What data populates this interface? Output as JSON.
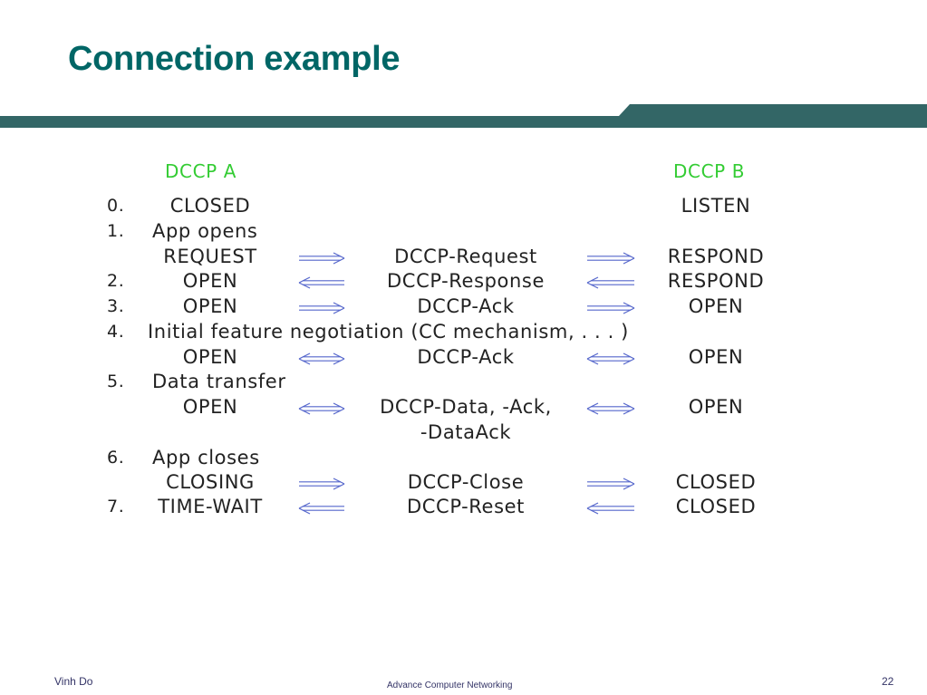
{
  "title": "Connection example",
  "headers": {
    "a": "DCCP A",
    "b": "DCCP B"
  },
  "rows": [
    {
      "num": "0.",
      "a": "CLOSED",
      "msg": "",
      "b": "LISTEN",
      "arrow": "none"
    },
    {
      "num": "1.",
      "a": "App opens",
      "msg": "",
      "b": "",
      "arrow": "none"
    },
    {
      "num": "",
      "a": "REQUEST",
      "msg": "DCCP-Request",
      "b": "RESPOND",
      "arrow": "right"
    },
    {
      "num": "2.",
      "a": "OPEN",
      "msg": "DCCP-Response",
      "b": "RESPOND",
      "arrow": "left"
    },
    {
      "num": "3.",
      "a": "OPEN",
      "msg": "DCCP-Ack",
      "b": "OPEN",
      "arrow": "right"
    },
    {
      "num": "4.",
      "a": "Initial feature negotiation (CC mechanism, . . . )",
      "msg": "",
      "b": "",
      "arrow": "none"
    },
    {
      "num": "",
      "a": "OPEN",
      "msg": "DCCP-Ack",
      "b": "OPEN",
      "arrow": "both"
    },
    {
      "num": "5.",
      "a": "Data transfer",
      "msg": "",
      "b": "",
      "arrow": "none"
    },
    {
      "num": "",
      "a": "OPEN",
      "msg": "DCCP-Data, -Ack,",
      "b": "OPEN",
      "arrow": "both"
    },
    {
      "num": "",
      "a": "",
      "msg": "-DataAck",
      "b": "",
      "arrow": "none"
    },
    {
      "num": "6.",
      "a": "App closes",
      "msg": "",
      "b": "",
      "arrow": "none"
    },
    {
      "num": "",
      "a": "CLOSING",
      "msg": "DCCP-Close",
      "b": "CLOSED",
      "arrow": "right"
    },
    {
      "num": "7.",
      "a": "TIME-WAIT",
      "msg": "DCCP-Reset",
      "b": "CLOSED",
      "arrow": "left"
    }
  ],
  "footer": {
    "author": "Vinh Do",
    "course": "Advance Computer Networking",
    "page": "22"
  },
  "colors": {
    "title": "#006666",
    "banner": "#336666",
    "header": "#33cc33",
    "arrow": "#5566cc",
    "text": "#222222"
  }
}
